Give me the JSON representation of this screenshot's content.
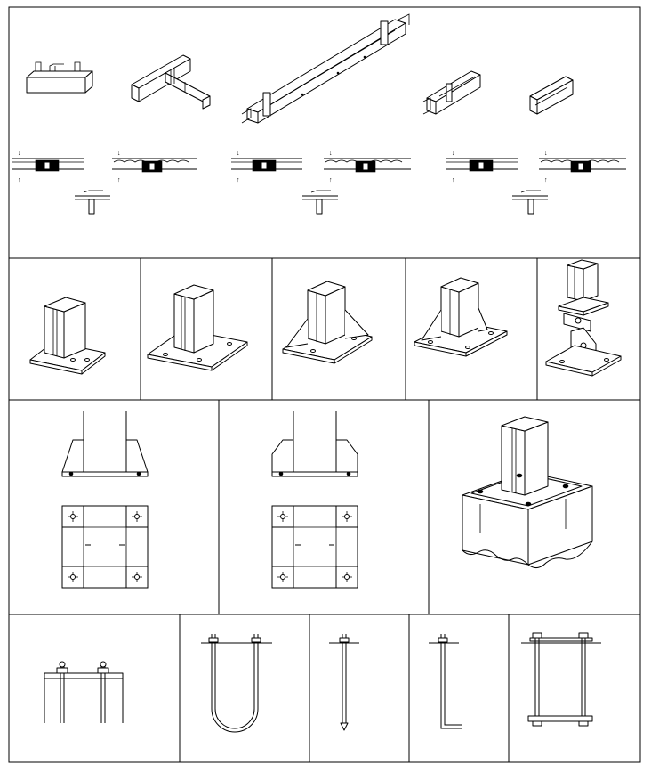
{
  "sheet": {
    "line_color": "#000000",
    "background": "#ffffff"
  },
  "rows": [
    {
      "name": "channel-connection-details",
      "cells": 1
    },
    {
      "name": "column-base-isometric-views",
      "cells": 5
    },
    {
      "name": "column-base-plan-and-elevation",
      "cells": 3
    },
    {
      "name": "anchor-bolt-types",
      "cells": 5
    }
  ],
  "items": {
    "row1": [
      "short-channel-clip",
      "tee-beam-joint",
      "long-channel-splice",
      "channel-end-splice",
      "short-channel-piece",
      "section-detail-a",
      "section-detail-b",
      "section-detail-c"
    ],
    "row2": [
      "column-base-plain",
      "column-base-wide",
      "column-base-stiffened",
      "column-base-gusset",
      "column-base-hinged"
    ],
    "row3": [
      "base-elevation-plan-a",
      "base-elevation-plan-b",
      "column-on-concrete-footing"
    ],
    "row4": [
      "double-anchor-bolts",
      "u-anchor-bolt",
      "straight-anchor-bolt",
      "l-anchor-bolt",
      "framed-anchor-bolts"
    ]
  }
}
